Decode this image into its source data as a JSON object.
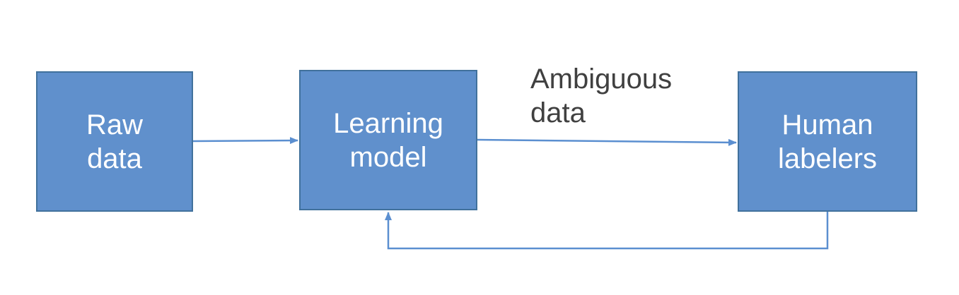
{
  "nodes": {
    "raw_data": {
      "label": "Raw\ndata"
    },
    "learning_model": {
      "label": "Learning\nmodel"
    },
    "human_labelers": {
      "label": "Human\nlabelers"
    }
  },
  "edges": {
    "model_to_human": {
      "label": "Ambiguous\ndata"
    }
  },
  "colors": {
    "node_fill": "#6090cc",
    "node_border": "#41719c",
    "node_text": "#ffffff",
    "arrow": "#5b8fd0",
    "label_text": "#404040"
  }
}
